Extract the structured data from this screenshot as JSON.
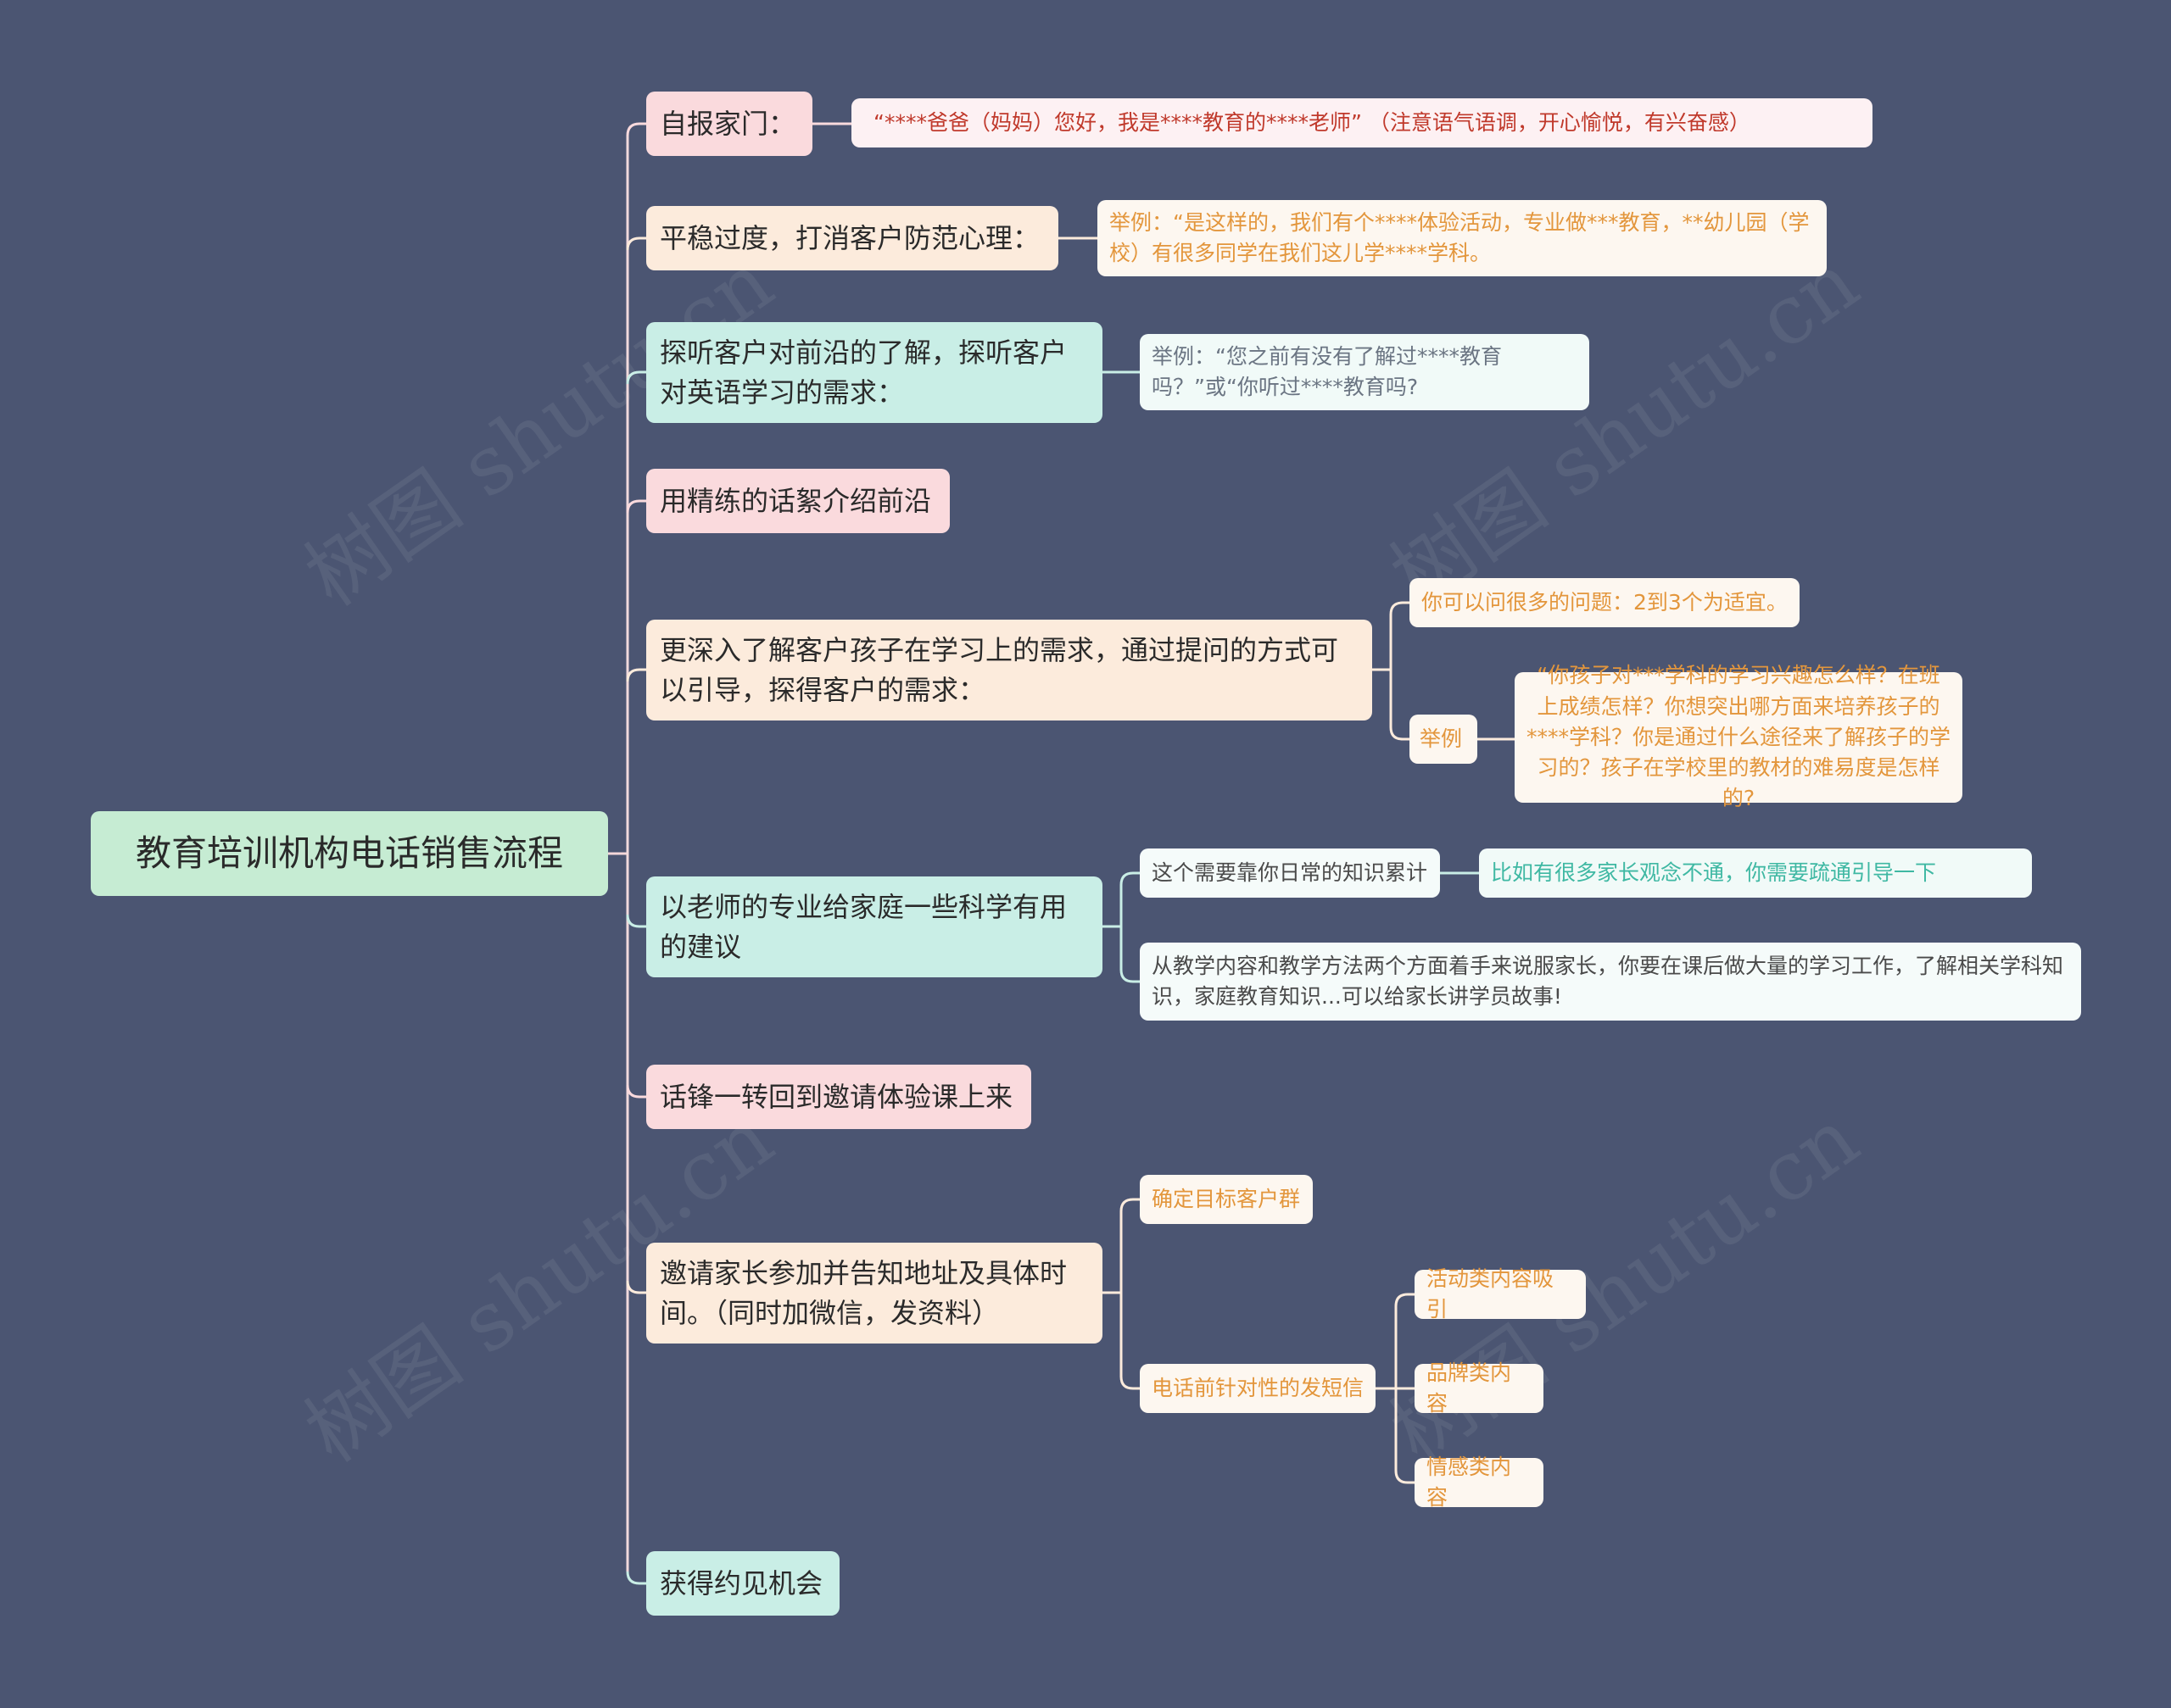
{
  "root": "教育培训机构电话销售流程",
  "branches": [
    {
      "label": "自报家门：",
      "children": [
        {
          "label": "“****爸爸（妈妈）您好，我是****教育的****老师”  （注意语气语调，开心愉悦，有兴奋感）"
        }
      ]
    },
    {
      "label": "平稳过度，打消客户防范心理：",
      "children": [
        {
          "label": "举例：“是这样的，我们有个****体验活动，专业做***教育，**幼儿园（学校）有很多同学在我们这儿学****学科。"
        }
      ]
    },
    {
      "label": "探听客户对前沿的了解，探听客户对英语学习的需求：",
      "children": [
        {
          "label": "举例：“您之前有没有了解过****教育吗？”或“你听过****教育吗?"
        }
      ]
    },
    {
      "label": "用精练的话絮介绍前沿",
      "children": []
    },
    {
      "label": "更深入了解客户孩子在学习上的需求，通过提问的方式可以引导，探得客户的需求：",
      "children": [
        {
          "label": "你可以问很多的问题：2到3个为适宜。"
        },
        {
          "label": "举例",
          "children": [
            {
              "label": "“你孩子对***学科的学习兴趣怎么样？在班上成绩怎样？你想突出哪方面来培养孩子的****学科？你是通过什么途径来了解孩子的学习的？孩子在学校里的教材的难易度是怎样的?"
            }
          ]
        }
      ]
    },
    {
      "label": "以老师的专业给家庭一些科学有用的建议",
      "children": [
        {
          "label": "这个需要靠你日常的知识累计",
          "children": [
            {
              "label": "比如有很多家长观念不通，你需要疏通引导一下"
            }
          ]
        },
        {
          "label": "从教学内容和教学方法两个方面着手来说服家长，你要在课后做大量的学习工作，了解相关学科知识，家庭教育知识...可以给家长讲学员故事!"
        }
      ]
    },
    {
      "label": "话锋一转回到邀请体验课上来",
      "children": []
    },
    {
      "label": "邀请家长参加并告知地址及具体时间。（同时加微信，发资料）",
      "children": [
        {
          "label": "确定目标客户群"
        },
        {
          "label": "电话前针对性的发短信",
          "children": [
            {
              "label": "活动类内容吸引"
            },
            {
              "label": "品牌类内容"
            },
            {
              "label": "情感类内容"
            }
          ]
        }
      ]
    },
    {
      "label": "获得约见机会",
      "children": []
    }
  ],
  "watermark": "树图 shutu.cn",
  "colors": {
    "background": "#4b5572",
    "root": "#c6ecd3",
    "pink": "#fadadd",
    "peach": "#fcebdc",
    "mint": "#c9eee6",
    "leaf_red_text": "#c0392b",
    "leaf_orange_text": "#e3963c",
    "leaf_teal_text": "#3fb8a3"
  }
}
